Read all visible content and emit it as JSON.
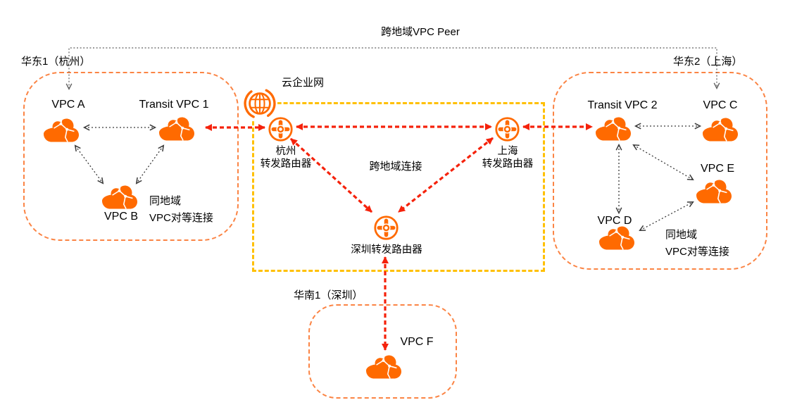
{
  "diagram_title": "跨地域VPC Peer",
  "cen": {
    "label": "云企业网",
    "cross_region_connection": "跨地域连接",
    "routers": {
      "hangzhou": {
        "line1": "杭州",
        "line2": "转发路由器"
      },
      "shanghai": {
        "line1": "上海",
        "line2": "转发路由器"
      },
      "shenzhen": {
        "label": "深圳转发路由器"
      }
    }
  },
  "regions": {
    "hangzhou": {
      "title": "华东1（杭州）",
      "vpc_a": "VPC A",
      "transit": "Transit VPC 1",
      "vpc_b": "VPC B",
      "peer_note_line1": "同地域",
      "peer_note_line2": "VPC对等连接"
    },
    "shanghai": {
      "title": "华东2（上海）",
      "transit": "Transit VPC 2",
      "vpc_c": "VPC C",
      "vpc_d": "VPC D",
      "vpc_e": "VPC E",
      "peer_note_line1": "同地域",
      "peer_note_line2": "VPC对等连接"
    },
    "shenzhen": {
      "title": "华南1（深圳）",
      "vpc_f": "VPC F"
    }
  },
  "colors": {
    "orange": "#FF6A00",
    "region_border": "#FB8444",
    "cen_box_border": "#FFC000",
    "red_link": "#F5220B",
    "black_link": "#3A3A3A",
    "peer_line": "#5F5F5F"
  }
}
